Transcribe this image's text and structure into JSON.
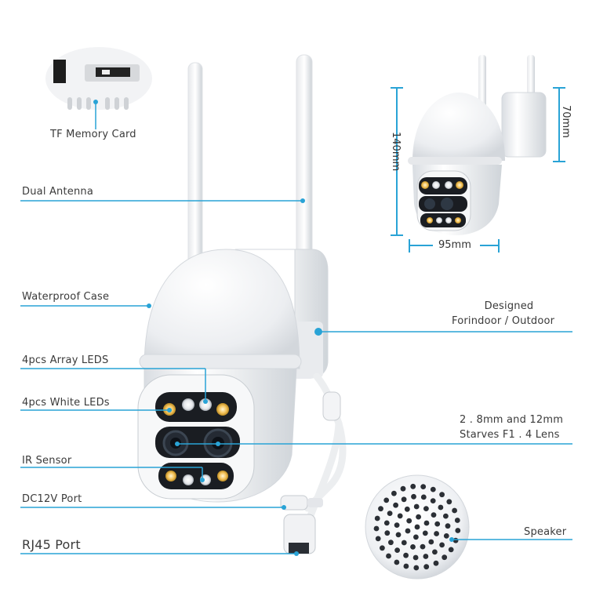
{
  "labels": {
    "tf_card": "TF Memory Card",
    "dual_antenna": "Dual Antenna",
    "waterproof_case": "Waterproof Case",
    "array_leds": "4pcs Array LEDS",
    "white_leds": "4pcs White LEDs",
    "ir_sensor": "IR Sensor",
    "dc_port": "DC12V Port",
    "rj45_port": "RJ45 Port",
    "designed_line1": "Designed",
    "designed_line2": "Forindoor / Outdoor",
    "lens_line1": "2 . 8mm and 12mm",
    "lens_line2": "Starves F1 . 4 Lens",
    "speaker": "Speaker"
  },
  "dimensions": {
    "height": "140mm",
    "width": "95mm",
    "depth": "70mm"
  },
  "colors": {
    "accent": "#29a3d6",
    "body": "#f2f3f5",
    "lens": "#1c1f25",
    "led_warm": "#f3c25a"
  }
}
